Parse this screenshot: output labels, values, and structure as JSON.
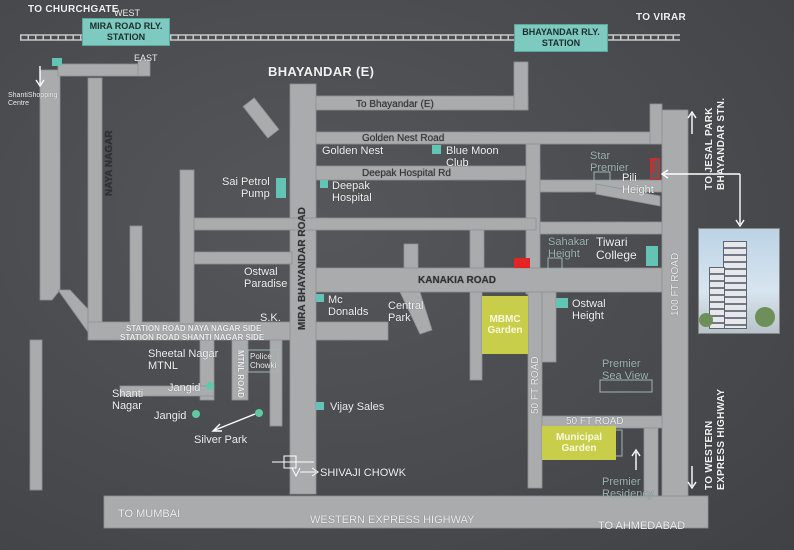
{
  "colors": {
    "background": "#4a4c50",
    "road": "#a9abad",
    "road_edge": "#8f9194",
    "station": "#7ec9c0",
    "landmark_square": "#63c3b4",
    "garden": "#c9ce4a",
    "site_marker": "#e32424",
    "rail": "#c8c8c8"
  },
  "directions": {
    "to_churchgate": "TO CHURCHGATE",
    "west": "WEST",
    "east": "EAST",
    "to_virar": "TO VIRAR",
    "to_jesal_park": "TO JESAL PARK",
    "bhayandar_stn": "BHAYANDAR STN.",
    "to_western": "TO WESTERN",
    "express_highway": "EXPRESS HIGHWAY",
    "to_mumbai": "TO MUMBAI",
    "to_ahmedabad": "TO AHMEDABAD"
  },
  "stations": {
    "mira_road": "MIRA ROAD RLY.\nSTATION",
    "bhayandar": "BHAYANDAR RLY.\nSTATION"
  },
  "areas": {
    "bhayandar_e": "BHAYANDAR (E)",
    "naya_nagar": "NAYA NAGAR",
    "shanti_nagar": "Shanti\nNagar",
    "shanti_shopping": "ShantiShopping\nCentre"
  },
  "roads": {
    "to_bhayandar_e": "To Bhayandar (E)",
    "golden_nest_road": "Golden Nest Road",
    "deepak_hospital_rd": "Deepak Hospital Rd",
    "kanakia_road": "KANAKIA ROAD",
    "mira_bhayandar_road": "MIRA BHAYANDAR ROAD",
    "station_road_1": "STATION ROAD NAYA NAGAR SIDE",
    "station_road_2": "STATION ROAD SHANTI NAGAR SIDE",
    "mtnl_road": "MTNL ROAD",
    "fifty_ft_road_v": "50 FT ROAD",
    "fifty_ft_road_h": "50 FT ROAD",
    "hundred_ft_road": "100 FT ROAD",
    "western_express_highway": "WESTERN EXPRESS HIGHWAY"
  },
  "landmarks": {
    "golden_nest": "Golden Nest",
    "blue_moon_club": "Blue Moon\nClub",
    "star_premier": "Star\nPremier",
    "pili_height": "Pili\nHeight",
    "site": "SITE",
    "sai_petrol_pump": "Sai Petrol\nPump",
    "deepak_hospital": "Deepak\nHospital",
    "sahakar_height": "Sahakar\nHeight",
    "tiwari_college": "Tiwari\nCollege",
    "ostwal_paradise": "Ostwal\nParadise",
    "mc_donalds": "Mc\nDonalds",
    "central_park": "Central\nPark",
    "ostwal_height": "Ostwal\nHeight",
    "sk": "S.K.",
    "sheetal_nagar_mtnl": "Sheetal Nagar\nMTNL",
    "police_chowki": "Police\nChowki",
    "premier_sea_view": "Premier\nSea View",
    "jangid_1": "Jangid",
    "jangid_2": "Jangid",
    "vijay_sales": "Vijay Sales",
    "silver_park": "Silver Park",
    "shivaji_chowk": "SHIVAJI CHOWK",
    "premier_residency": "Premier\nResidency"
  },
  "gardens": {
    "mbmc_garden": "MBMC\nGarden",
    "municipal_garden": "Municipal\nGarden"
  }
}
